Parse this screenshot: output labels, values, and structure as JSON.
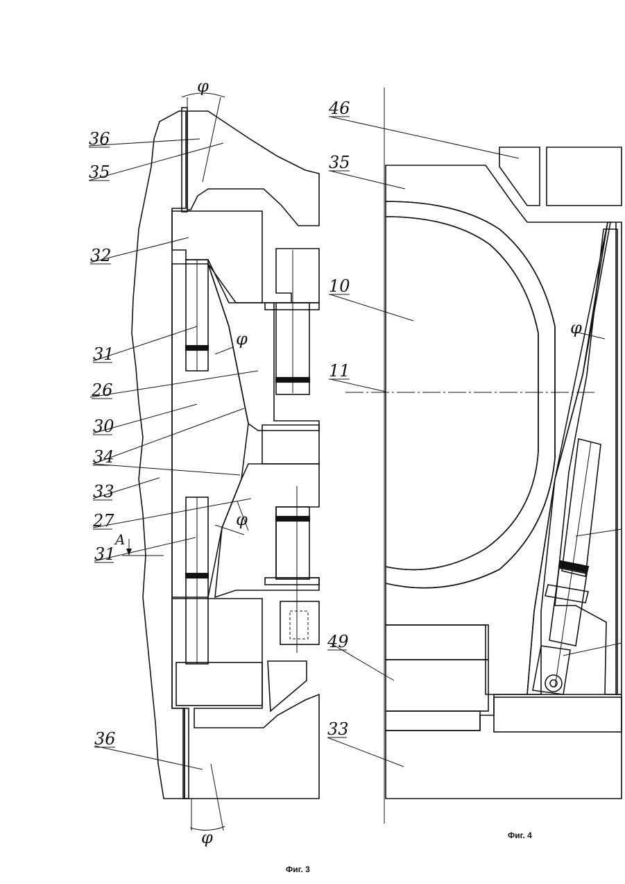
{
  "figures": [
    {
      "caption": "Фиг. 3",
      "labels": [
        "36",
        "35",
        "32",
        "31",
        "26",
        "30",
        "34",
        "33",
        "27",
        "31",
        "36"
      ],
      "angle_symbol": "φ",
      "section_marker": "A"
    },
    {
      "caption": "Фиг. 4",
      "labels": [
        "46",
        "35",
        "10",
        "11",
        "49",
        "33"
      ],
      "angle_symbol": "φ"
    }
  ],
  "colors": {
    "ink": "#111111",
    "paper": "#ffffff"
  }
}
